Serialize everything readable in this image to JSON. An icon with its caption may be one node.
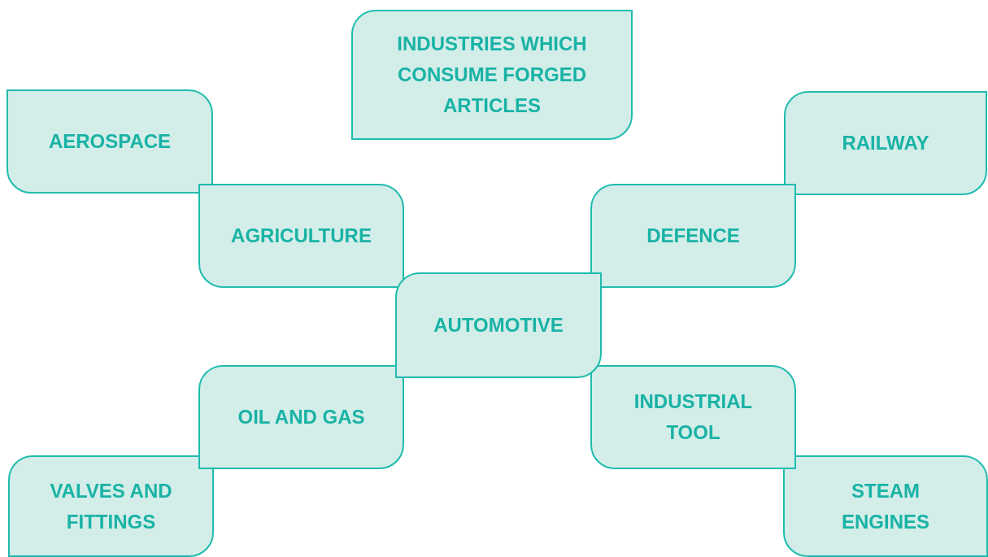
{
  "diagram": {
    "nodes": [
      {
        "text": [
          "INDUSTRIES WHICH CONSUME FORGED ARTICLES"
        ]
      },
      {
        "text": [
          "AEROSPACE"
        ]
      },
      {
        "text": [
          "RAILWAY"
        ]
      },
      {
        "text": [
          "AGRICULTURE"
        ]
      },
      {
        "text": [
          "DEFENCE"
        ]
      },
      {
        "text": [
          "AUTOMOTIVE"
        ]
      },
      {
        "text": [
          "OIL AND GAS"
        ]
      },
      {
        "text": [
          "INDUSTRIAL TOOL"
        ]
      },
      {
        "text": [
          "VALVES AND FITTINGS"
        ]
      },
      {
        "text": [
          "STEAM ENGINES"
        ]
      }
    ]
  }
}
